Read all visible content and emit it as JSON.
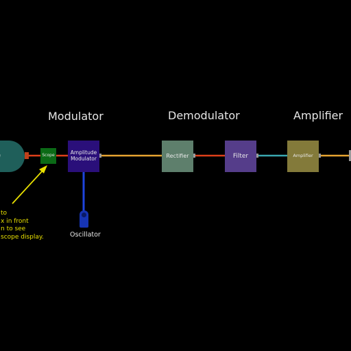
{
  "headings": {
    "modulator": "Modulator",
    "demodulator": "Demodulator",
    "amplifier": "Amplifier"
  },
  "blocks": {
    "source_partial": "e",
    "scope": "Scope",
    "amplitude_modulator": "Amplitude\nModulator",
    "rectifier": "Rectifier",
    "filter": "Filter",
    "amplifier": "Amplifier",
    "oscillator": "Oscillator"
  },
  "note_text": "to\nx in front\nn to see\nscope display.",
  "colors": {
    "background": "#000000",
    "source": "#1f5f5a",
    "scope": "#0b6a16",
    "amplitude_modulator": "#2a0f7a",
    "rectifier": "#5e7f6c",
    "filter": "#553d8a",
    "amplifier": "#837a3a",
    "oscillator": "#1634b4",
    "wire_red": "#e0401a",
    "wire_orange": "#e8a531",
    "wire_blue": "#1e44dd",
    "wire_teal": "#3aa8b0",
    "note": "#e8e000"
  }
}
